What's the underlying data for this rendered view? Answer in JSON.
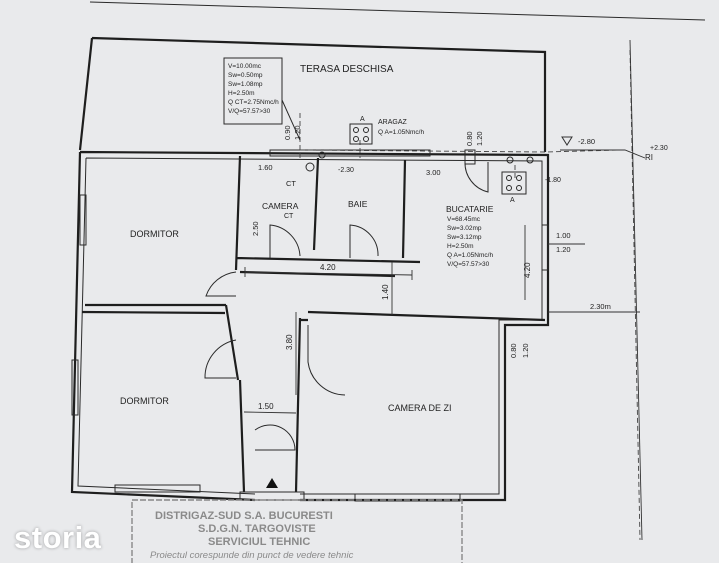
{
  "watermark": "storia",
  "colors": {
    "paper": "#e9eaec",
    "ink": "#1e1e1e",
    "stamp": "#8a8a8a"
  },
  "rooms": {
    "terrace": "TERASA DESCHISA",
    "bedroom_top": "DORMITOR",
    "bedroom_bottom": "DORMITOR",
    "camera_ct": "CAMERA",
    "ct_mark": "CT",
    "bath": "BAIE",
    "kitchen": "BUCATARIE",
    "living": "CAMERA DE ZI"
  },
  "ct_box": {
    "lines": [
      "V=10.00mc",
      "Sw=0.50mp",
      "Sw=1.08mp",
      "H=2.50m",
      "Q CT=2.75Nmc/h",
      "V/Q=57.57>30"
    ]
  },
  "kitchen_box": {
    "lines": [
      "V=68.45mc",
      "Sw=3.02mp",
      "Sw=3.12mp",
      "H=2.50m",
      "Q A=1.05Nmc/h",
      "V/Q=57.57>30"
    ]
  },
  "stove": {
    "label": "ARAGAZ",
    "flow": "Q A=1.05Nmc/h",
    "mark": "A"
  },
  "appliance_mark": "A",
  "ri_mark": "RI",
  "dimensions": {
    "d_090": "0.90",
    "d_120a": "1.20",
    "d_160": "1.60",
    "d_ct": "CT",
    "d_m230": "-2.30",
    "d_300": "3.00",
    "d_080": "0.80",
    "d_120b": "1.20",
    "d_m180": "-1.80",
    "d_m280": "-2.80",
    "d_p230": "+2.30",
    "d_250": "2.50",
    "d_420": "4.20",
    "d_420v": "4.20",
    "d_100": "1.00",
    "d_120c": "1.20",
    "d_140": "1.40",
    "d_230m": "2.30m",
    "d_380": "3.80",
    "d_080b": "0.80",
    "d_120d": "1.20",
    "d_150": "1.50"
  },
  "stamp": {
    "line1": "DISTRIGAZ-SUD S.A. BUCURESTI",
    "line2": "S.D.G.N. TARGOVISTE",
    "line3": "SERVICIUL TEHNIC",
    "line4": "Proiectul corespunde din punct de vedere tehnic"
  }
}
